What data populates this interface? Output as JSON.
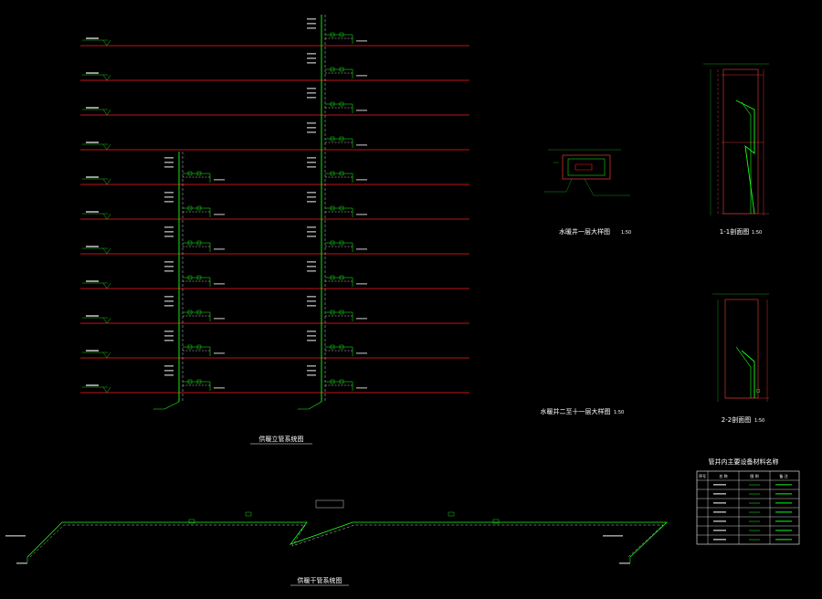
{
  "drawing": {
    "background": "#000000",
    "colors": {
      "floor_line": "#ff1a1a",
      "pipe": "#19ff19",
      "annotation": "#ffffff",
      "dimension": "#1aff1a",
      "detail_frame": "#cc3333"
    }
  },
  "titles": {
    "riser_diagram": "供暖立管系统图",
    "riser_diagram_scale": "",
    "main_pipe_diagram": "供暖干管系统图",
    "main_pipe_diagram_scale": "",
    "shaft_1f_detail": "水暖井一层大样图",
    "shaft_1f_detail_scale": "1:50",
    "shaft_2_21f_detail": "水暖井二至十一层大样图",
    "shaft_2_21f_detail_scale": "1:50",
    "section_1_1": "1-1剖面图",
    "section_1_1_scale": "1:50",
    "section_2_2": "2-2剖面图",
    "section_2_2_scale": "1:50",
    "equipment_table": "管井内主要设备材料名称"
  },
  "equipment_table": {
    "headers": [
      "序号",
      "名 称",
      "图 例",
      "备 注"
    ]
  }
}
